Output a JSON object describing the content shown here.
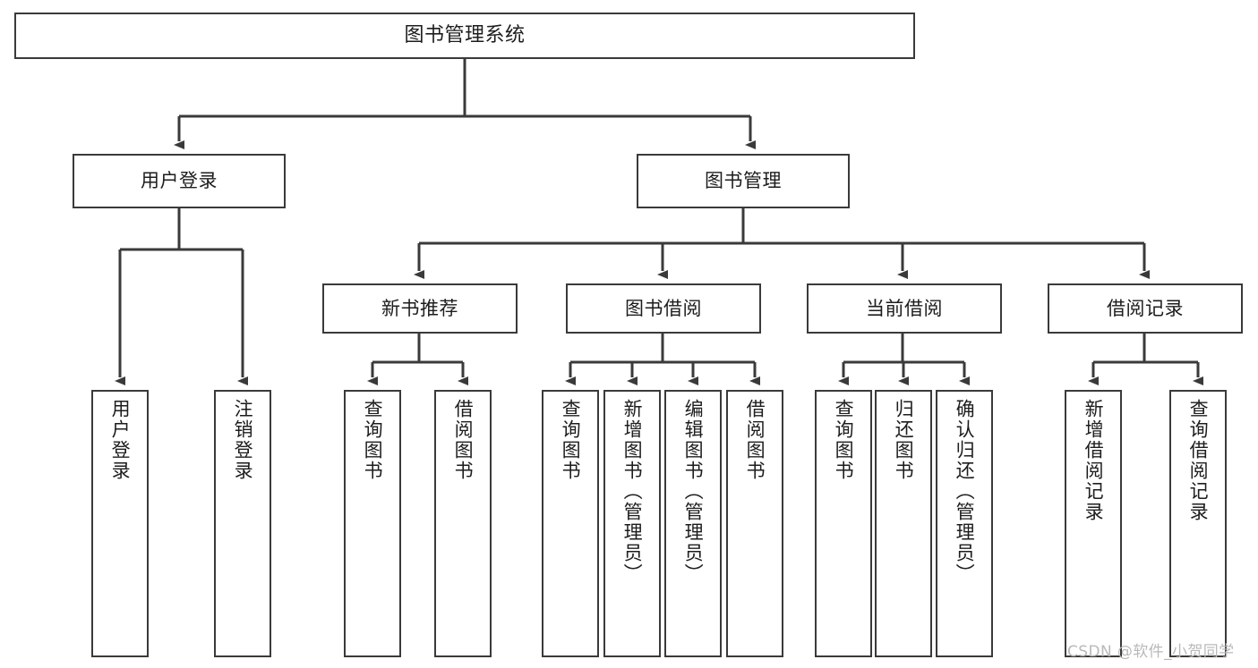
{
  "diagram": {
    "title": "图书管理系统",
    "watermark": "CSDN @软件_小贺同学",
    "theme": {
      "background": "#ffffff",
      "box_border": "#3a3a3a",
      "box_fill": "#ffffff",
      "text": "#1d1d1d",
      "edge": "#3a3a3a",
      "watermark": "#b9b9b9"
    },
    "nodes": {
      "root": {
        "label": "图书管理系统",
        "level": 1,
        "orientation": "horizontal"
      },
      "user_login": {
        "label": "用户登录",
        "level": 2,
        "orientation": "horizontal"
      },
      "book_manage": {
        "label": "图书管理",
        "level": 2,
        "orientation": "horizontal"
      },
      "new_book_recommend": {
        "label": "新书推荐",
        "level": 3,
        "orientation": "horizontal"
      },
      "book_borrow": {
        "label": "图书借阅",
        "level": 3,
        "orientation": "horizontal"
      },
      "current_borrow": {
        "label": "当前借阅",
        "level": 3,
        "orientation": "horizontal"
      },
      "borrow_record": {
        "label": "借阅记录",
        "level": 3,
        "orientation": "horizontal"
      },
      "leaf_user_login": {
        "label": "用户登录",
        "level": 4,
        "orientation": "vertical"
      },
      "leaf_logout": {
        "label": "注销登录",
        "level": 4,
        "orientation": "vertical"
      },
      "leaf_query_book_a": {
        "label": "查询图书",
        "level": 4,
        "orientation": "vertical"
      },
      "leaf_borrow_book_a": {
        "label": "借阅图书",
        "level": 4,
        "orientation": "vertical"
      },
      "leaf_query_book_b": {
        "label": "查询图书",
        "level": 4,
        "orientation": "vertical"
      },
      "leaf_add_book": {
        "label": "新增图书（管理员）",
        "level": 4,
        "orientation": "vertical"
      },
      "leaf_edit_book": {
        "label": "编辑图书（管理员）",
        "level": 4,
        "orientation": "vertical"
      },
      "leaf_borrow_book_b": {
        "label": "借阅图书",
        "level": 4,
        "orientation": "vertical"
      },
      "leaf_query_book_c": {
        "label": "查询图书",
        "level": 4,
        "orientation": "vertical"
      },
      "leaf_return_book": {
        "label": "归还图书",
        "level": 4,
        "orientation": "vertical"
      },
      "leaf_confirm_return": {
        "label": "确认归还（管理员）",
        "level": 4,
        "orientation": "vertical"
      },
      "leaf_add_record": {
        "label": "新增借阅记录",
        "level": 4,
        "orientation": "vertical"
      },
      "leaf_query_record": {
        "label": "查询借阅记录",
        "level": 4,
        "orientation": "vertical"
      }
    },
    "edges": [
      {
        "from": "root",
        "to": "user_login"
      },
      {
        "from": "root",
        "to": "book_manage"
      },
      {
        "from": "user_login",
        "to": "leaf_user_login"
      },
      {
        "from": "user_login",
        "to": "leaf_logout"
      },
      {
        "from": "book_manage",
        "to": "new_book_recommend"
      },
      {
        "from": "book_manage",
        "to": "book_borrow"
      },
      {
        "from": "book_manage",
        "to": "current_borrow"
      },
      {
        "from": "book_manage",
        "to": "borrow_record"
      },
      {
        "from": "new_book_recommend",
        "to": "leaf_query_book_a"
      },
      {
        "from": "new_book_recommend",
        "to": "leaf_borrow_book_a"
      },
      {
        "from": "book_borrow",
        "to": "leaf_query_book_b"
      },
      {
        "from": "book_borrow",
        "to": "leaf_add_book"
      },
      {
        "from": "book_borrow",
        "to": "leaf_edit_book"
      },
      {
        "from": "book_borrow",
        "to": "leaf_borrow_book_b"
      },
      {
        "from": "current_borrow",
        "to": "leaf_query_book_c"
      },
      {
        "from": "current_borrow",
        "to": "leaf_return_book"
      },
      {
        "from": "current_borrow",
        "to": "leaf_confirm_return"
      },
      {
        "from": "borrow_record",
        "to": "leaf_add_record"
      },
      {
        "from": "borrow_record",
        "to": "leaf_query_record"
      }
    ]
  }
}
